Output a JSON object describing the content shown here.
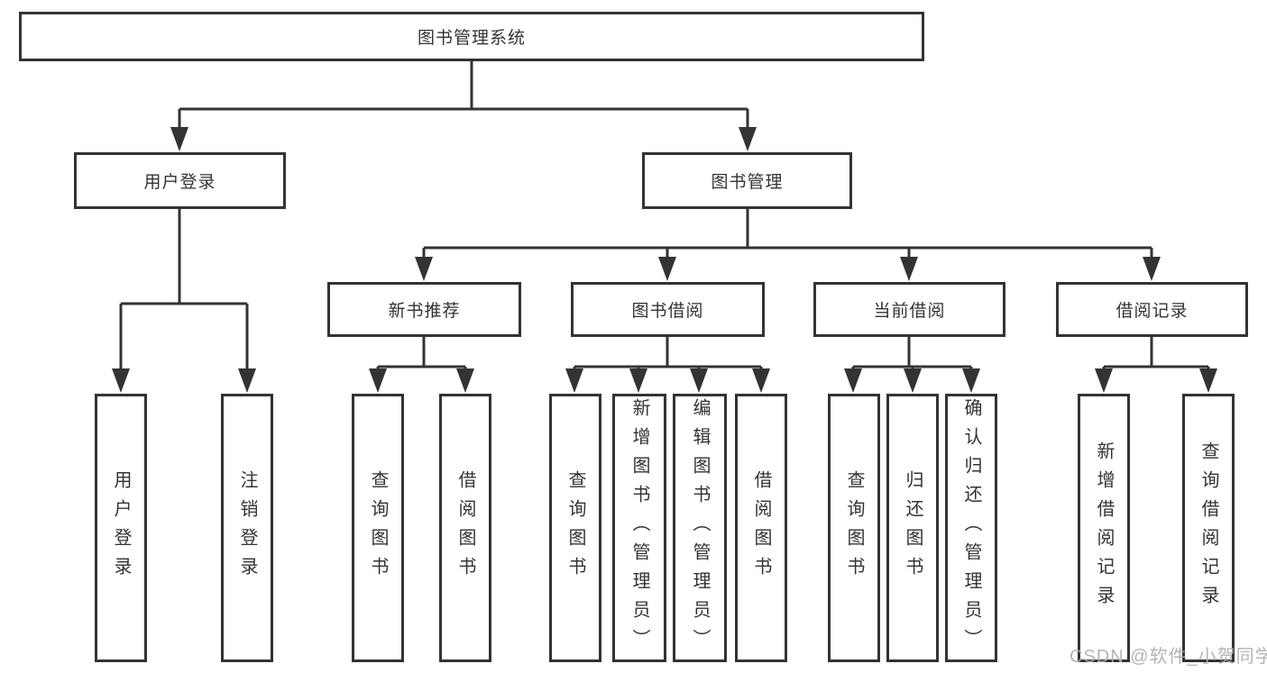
{
  "diagram": {
    "root": {
      "label": "图书管理系统"
    },
    "branches": [
      {
        "label": "用户登录",
        "children": [
          {
            "label": "用户登录"
          },
          {
            "label": "注销登录"
          }
        ]
      },
      {
        "label": "图书管理",
        "children": [
          {
            "label": "新书推荐",
            "children": [
              {
                "label": "查询图书"
              },
              {
                "label": "借阅图书"
              }
            ]
          },
          {
            "label": "图书借阅",
            "children": [
              {
                "label": "查询图书"
              },
              {
                "label": "新增图书（管理员）"
              },
              {
                "label": "编辑图书（管理员）"
              },
              {
                "label": "借阅图书"
              }
            ]
          },
          {
            "label": "当前借阅",
            "children": [
              {
                "label": "查询图书"
              },
              {
                "label": "归还图书"
              },
              {
                "label": "确认归还（管理员）"
              }
            ]
          },
          {
            "label": "借阅记录",
            "children": [
              {
                "label": "新增借阅记录"
              },
              {
                "label": "查询借阅记录"
              }
            ]
          }
        ]
      }
    ]
  },
  "watermark": {
    "text": "CSDN @软件_小贺同学"
  },
  "colors": {
    "line": "#333333",
    "box_border": "#333333",
    "text": "#333333",
    "background": "#ffffff",
    "watermark": "#aeaeae"
  }
}
